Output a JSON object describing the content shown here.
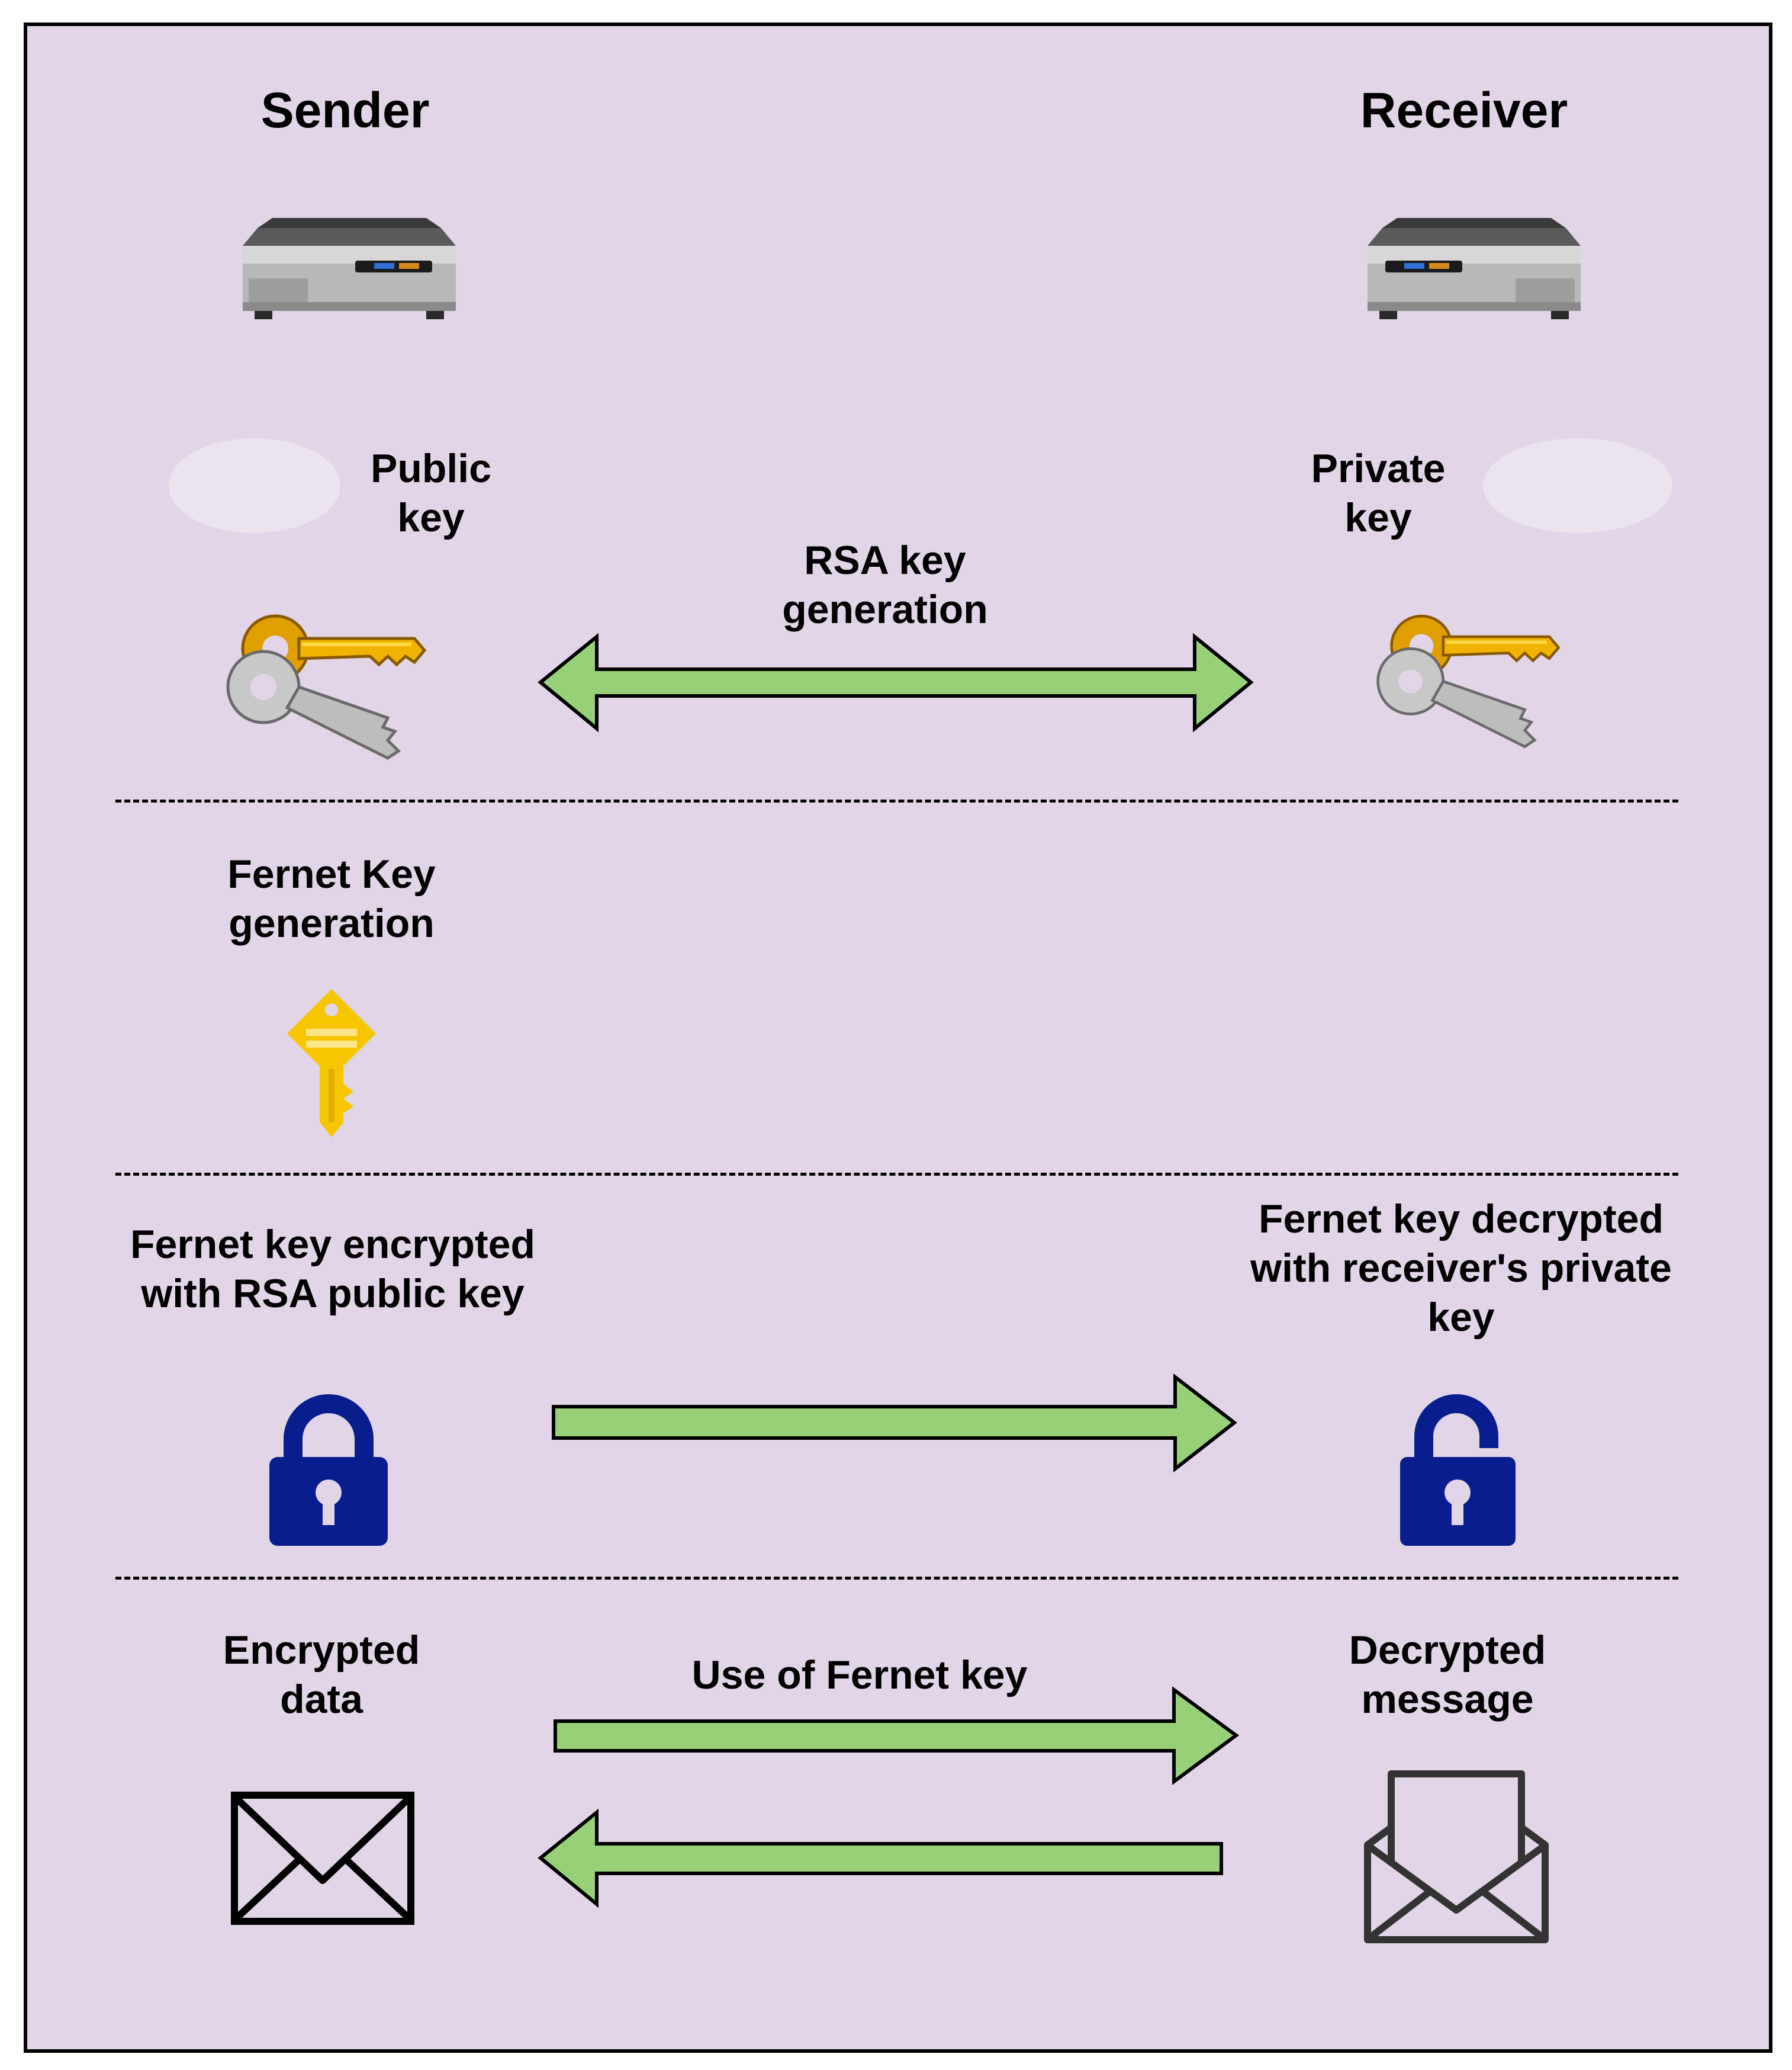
{
  "diagram": {
    "sender_title": "Sender",
    "receiver_title": "Receiver",
    "sender_key_label": "Public\nkey",
    "receiver_key_label": "Private\nkey",
    "rsa_label": "RSA key\ngeneration",
    "fernet_generation_label": "Fernet Key\ngeneration",
    "encrypted_key_label": "Fernet key encrypted\nwith RSA public key",
    "decrypted_key_label": "Fernet key decrypted\nwith receiver's private\nkey",
    "encrypted_data_label": "Encrypted\ndata",
    "fernet_use_label": "Use of Fernet key",
    "decrypted_message_label": "Decrypted\nmessage"
  },
  "icons": {
    "sender_device": "mini-pc-icon",
    "receiver_device": "mini-pc-icon",
    "sender_key": "key-pair-icon",
    "receiver_key": "key-pair-icon",
    "fernet_key": "yellow-key-icon",
    "sender_lock": "closed-padlock-icon",
    "receiver_lock": "open-padlock-icon",
    "sender_envelope": "closed-envelope-icon",
    "receiver_envelope": "open-envelope-icon"
  },
  "colors": {
    "background": "#e1d5e7",
    "arrow_fill": "#97d077",
    "lock_fill": "#0a1d8f",
    "fernet_key_fill": "#f7c600"
  }
}
